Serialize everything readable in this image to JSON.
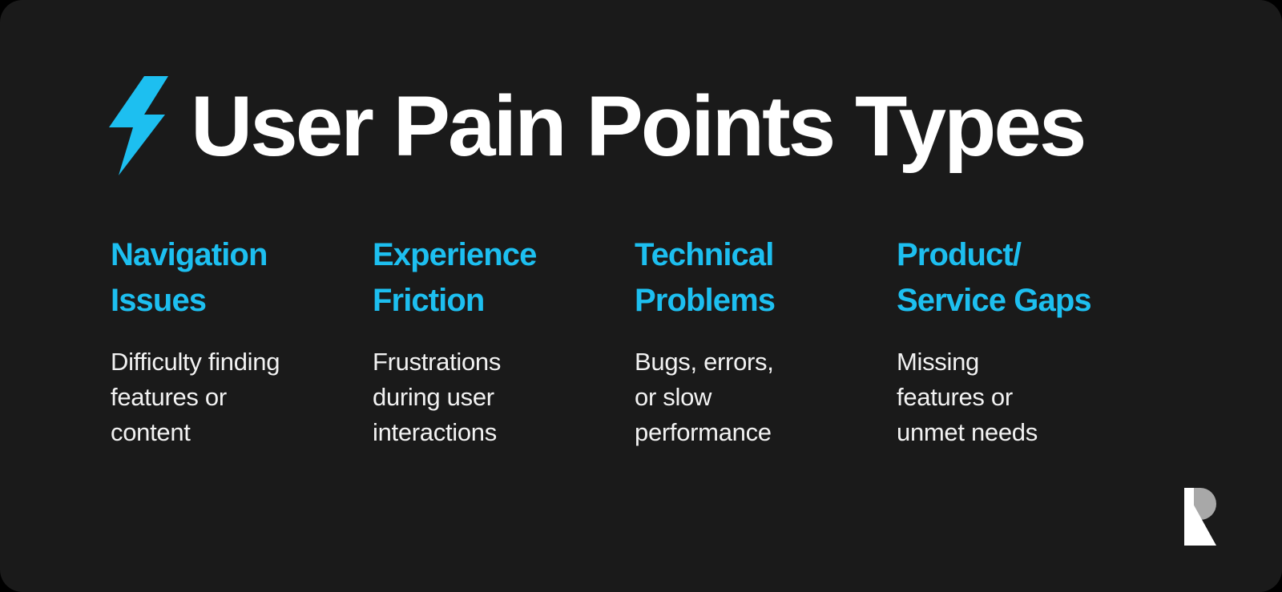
{
  "theme": {
    "page_background": "#000000",
    "card_background": "#1a1a1a",
    "accent_color": "#1dbff0",
    "title_color": "#ffffff",
    "body_text_color": "#f2f2f2",
    "logo_light": "#ffffff",
    "logo_shade": "#a8a8a8"
  },
  "header": {
    "icon": "lightning-bolt-icon",
    "title": "User Pain Points Types"
  },
  "columns": [
    {
      "heading": "Navigation\nIssues",
      "body": "Difficulty finding\nfeatures or\ncontent"
    },
    {
      "heading": "Experience\nFriction",
      "body": "Frustrations\nduring user\ninteractions"
    },
    {
      "heading": "Technical\nProblems",
      "body": "Bugs, errors,\nor slow\nperformance"
    },
    {
      "heading": "Product/\nService Gaps",
      "body": "Missing\nfeatures or\nunmet needs"
    }
  ],
  "brand": {
    "logo_name": "r-monogram-logo"
  }
}
